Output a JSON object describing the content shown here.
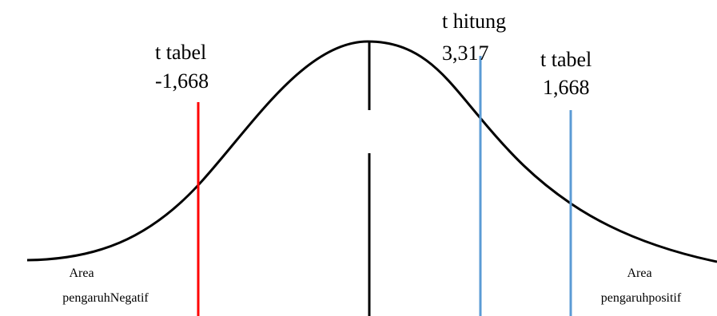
{
  "labels": {
    "t_tabel_negative_title": "t tabel",
    "t_tabel_negative_value": "-1,668",
    "t_hitung_title": "t hitung",
    "t_hitung_value": "3,317",
    "t_tabel_positive_title": "t tabel",
    "t_tabel_positive_value": "1,668",
    "area_negative_line1": "Area",
    "area_negative_line2": "pengaruhNegatif",
    "area_positive_line1": "Area",
    "area_positive_line2": "pengaruhpositif"
  },
  "colors": {
    "curve": "#000000",
    "center_line": "#000000",
    "t_tabel_negative_line": "#ff0000",
    "t_hitung_line": "#5b9bd5",
    "t_tabel_positive_line": "#5b9bd5"
  }
}
